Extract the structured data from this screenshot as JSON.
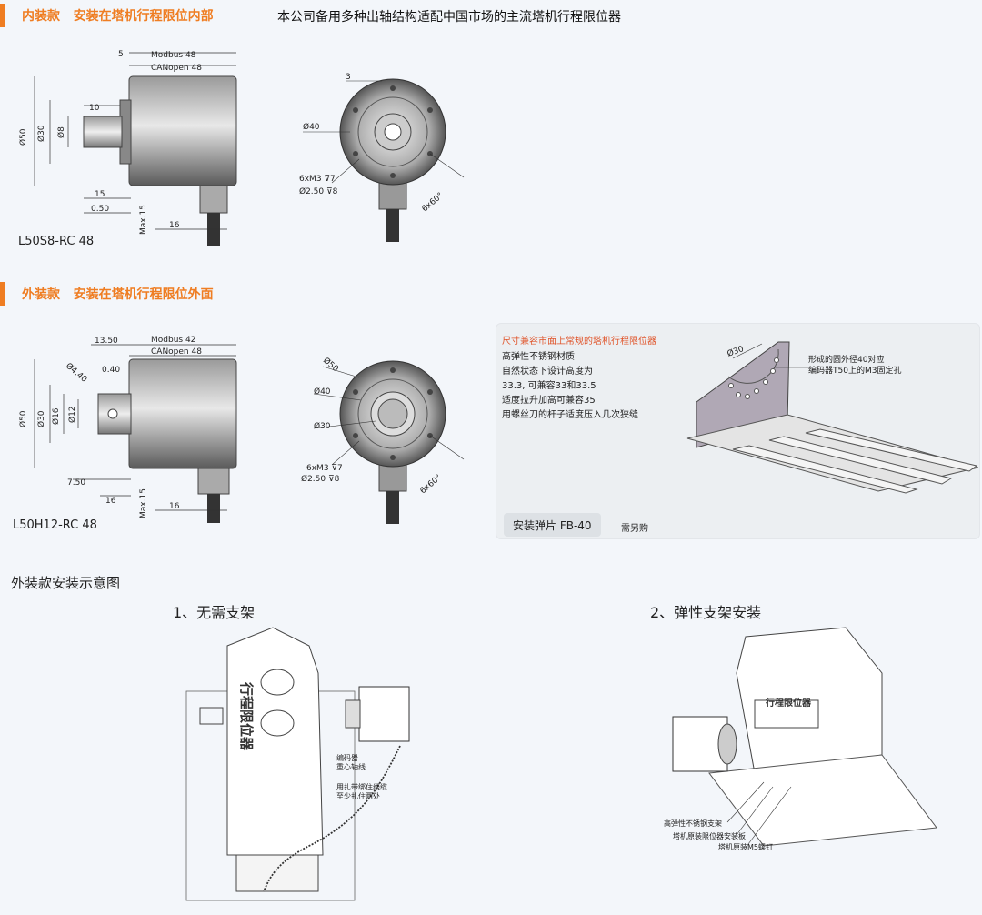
{
  "intro": "本公司备用多种出轴结构适配中国市场的主流塔机行程限位器",
  "section1": {
    "title": "内装款   安装在塔机行程限位内部",
    "model": "L50S8-RC 48",
    "dims": {
      "d5": "5",
      "modbus": "Modbus  48",
      "canopen": "CANopen  48",
      "d10": "10",
      "d50": "Ø50",
      "d30": "Ø30",
      "d8": "Ø8",
      "d15": "15",
      "d050": "0.50",
      "max15": "Max.15",
      "d16": "16",
      "d3": "3",
      "d40": "Ø40",
      "m3": "6xM3 ⊽7",
      "hole": "Ø2.50 ⊽8",
      "deg": "6x60°"
    }
  },
  "section2": {
    "title": "外装款   安装在塔机行程限位外面",
    "model": "L50H12-RC 48",
    "dims": {
      "d1350": "13.50",
      "modbus": "Modbus  42",
      "canopen": "CANopen  48",
      "d040": "0.40",
      "d440": "Ø4.40",
      "d50": "Ø50",
      "d30": "Ø30",
      "d16": "Ø16",
      "d12": "Ø12",
      "d750": "7.50",
      "d16b": "16",
      "max15": "Max.15",
      "d16c": "16",
      "c50": "Ø50",
      "c40": "Ø40",
      "c30": "Ø30",
      "m3": "6xM3 ⊽7",
      "hole": "Ø2.50 ⊽8",
      "deg": "6x60°"
    }
  },
  "card": {
    "red": "尺寸兼容市面上常规的塔机行程限位器",
    "lines": [
      "高弹性不锈钢材质",
      "自然状态下设计高度为",
      "33.3, 可兼容33和33.5",
      "适度拉升加高可兼容35",
      "用螺丝刀的杆子适度压入几次狭缝"
    ],
    "dia30": "Ø30",
    "callout1": "形成的圆外径40对应",
    "callout2": "编码器T50上的M3固定孔",
    "fb_label": "安装弹片 FB-40",
    "fb_note": "需另购"
  },
  "install": {
    "title": "外装款安装示意图",
    "step1": "1、无需支架",
    "step2": "2、弹性支架安装",
    "limiter_text": "行程限位器",
    "note1a": "编码器",
    "note1b": "重心轴线",
    "note2a": "用扎带绑住线缆",
    "note2b": "至少扎住两处",
    "box2_label": "行程限位器",
    "lbl_a": "高弹性不锈钢支架",
    "lbl_b": "塔机原装限位器安装板",
    "lbl_c": "塔机原装M5螺钉"
  },
  "colors": {
    "accent": "#ef7d22",
    "red": "#e0542a"
  }
}
